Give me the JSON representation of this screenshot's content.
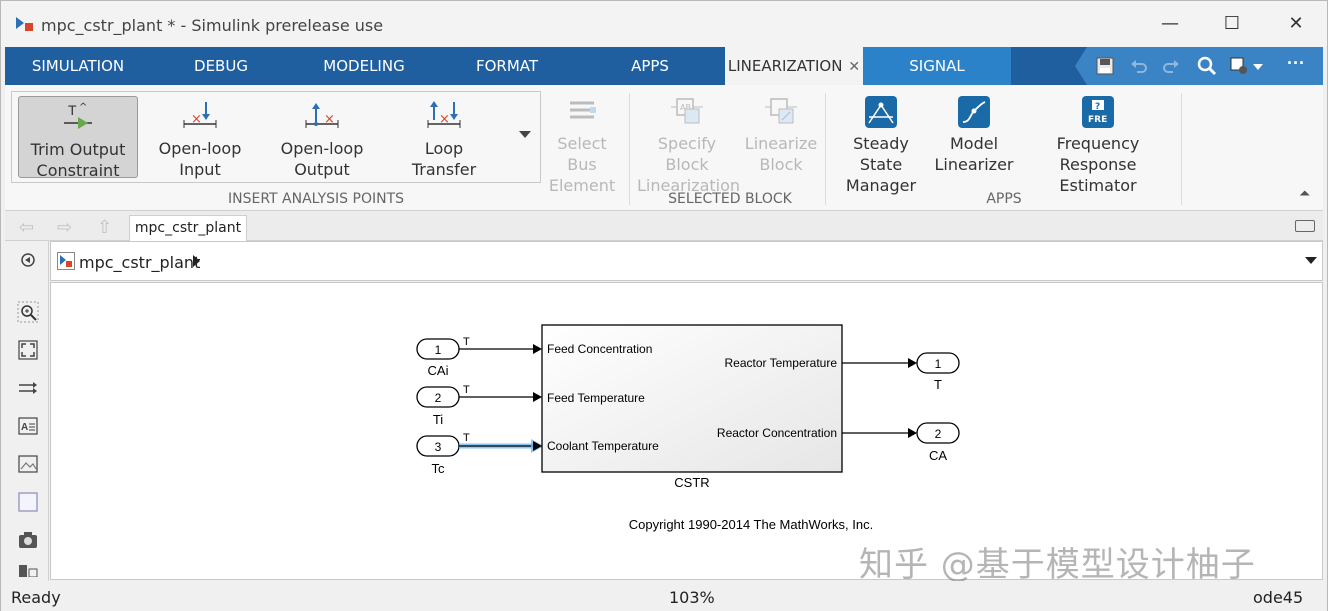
{
  "window": {
    "title": "mpc_cstr_plant * - Simulink prerelease use",
    "min_glyph": "—",
    "max_glyph": "☐",
    "close_glyph": "✕"
  },
  "tabs": [
    {
      "label": "SIMULATION",
      "icon": ""
    },
    {
      "label": "DEBUG"
    },
    {
      "label": "MODELING"
    },
    {
      "label": "FORMAT"
    },
    {
      "label": "APPS"
    },
    {
      "label": "LINEARIZATION",
      "close": "✕",
      "active": true
    },
    {
      "label": "SIGNAL"
    }
  ],
  "quick_access": [
    "save-icon",
    "undo-icon",
    "redo-icon",
    "search-icon",
    "model-settings-icon",
    "more-icon"
  ],
  "quick_access_more": "···",
  "ribbon": {
    "insert_analysis_points": {
      "label": "INSERT ANALYSIS POINTS",
      "buttons": [
        {
          "line1": "Trim Output",
          "line2": "Constraint",
          "icon": "trim-output-icon",
          "selected": true
        },
        {
          "line1": "Open-loop",
          "line2": "Input",
          "icon": "open-loop-input-icon"
        },
        {
          "line1": "Open-loop",
          "line2": "Output",
          "icon": "open-loop-output-icon"
        },
        {
          "line1": "Loop",
          "line2": "Transfer",
          "icon": "loop-transfer-icon"
        }
      ]
    },
    "select_bus": {
      "line1": "Select Bus",
      "line2": "Element",
      "disabled": true
    },
    "selected_block": {
      "label": "SELECTED BLOCK",
      "buttons": [
        {
          "line1": "Specify Block",
          "line2": "Linearization",
          "disabled": true
        },
        {
          "line1": "Linearize",
          "line2": "Block",
          "disabled": true
        }
      ]
    },
    "apps": {
      "label": "APPS",
      "buttons": [
        {
          "line1": "Steady State",
          "line2": "Manager"
        },
        {
          "line1": "Model",
          "line2": "Linearizer"
        },
        {
          "line1": "Frequency Response",
          "line2": "Estimator",
          "icon_text": "FRE"
        }
      ]
    },
    "collapse_glyph": "⏶"
  },
  "nav": {
    "back": "⇦",
    "forward": "⇨",
    "up": "⇧",
    "doc_tab": "mpc_cstr_plant"
  },
  "address": {
    "path": "mpc_cstr_plant"
  },
  "diagram": {
    "inports": [
      {
        "num": "1",
        "name": "CAi",
        "signal": "T"
      },
      {
        "num": "2",
        "name": "Ti",
        "signal": "T"
      },
      {
        "num": "3",
        "name": "Tc",
        "signal": "T",
        "highlighted": true
      }
    ],
    "outports": [
      {
        "num": "1",
        "name": "T"
      },
      {
        "num": "2",
        "name": "CA"
      }
    ],
    "block": {
      "name": "CSTR",
      "inputs": [
        "Feed Concentration",
        "Feed Temperature",
        "Coolant Temperature"
      ],
      "outputs": [
        "Reactor Temperature",
        "Reactor Concentration"
      ]
    },
    "copyright": "Copyright 1990-2014 The MathWorks, Inc."
  },
  "watermark": "知乎 @基于模型设计柚子",
  "status": {
    "state": "Ready",
    "zoom": "103%",
    "solver": "ode45"
  },
  "colors": {
    "tab_bar": "#1f5fa0",
    "signal_tab": "#2b82c9",
    "highlight_line": "#3b9ee8",
    "apps_icon": "#1a6aa8"
  }
}
